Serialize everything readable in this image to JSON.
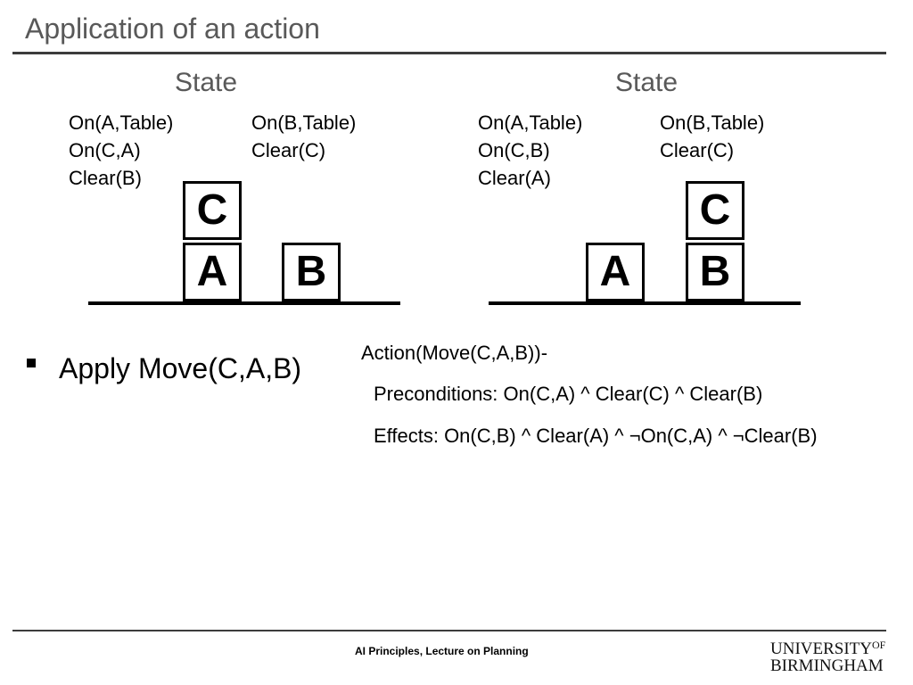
{
  "slide": {
    "title": "Application of an action"
  },
  "left_state": {
    "heading": "State",
    "predicates_col1": [
      "On(A,Table)",
      "On(C,A)",
      "Clear(B)"
    ],
    "predicates_col2": [
      "On(B,Table)",
      "Clear(C)"
    ],
    "blocks": {
      "top": "C",
      "bottom_left": "A",
      "bottom_right": "B"
    }
  },
  "right_state": {
    "heading": "State",
    "predicates_col1": [
      "On(A,Table)",
      "On(C,B)",
      "Clear(A)"
    ],
    "predicates_col2": [
      "On(B,Table)",
      "Clear(C)"
    ],
    "blocks": {
      "top": "C",
      "bottom_left": "A",
      "bottom_right": "B"
    }
  },
  "bullet": {
    "text": "Apply Move(C,A,B)"
  },
  "action": {
    "header": "Action(Move(C,A,B))-",
    "preconditions": "Preconditions: On(C,A) ^ Clear(C) ^ Clear(B)",
    "effects": "Effects: On(C,B) ^ Clear(A) ^ ¬On(C,A) ^ ¬Clear(B)"
  },
  "footer": {
    "text": "AI Principles, Lecture on Planning",
    "logo_line1": "UNIVERSITY",
    "logo_of": "OF",
    "logo_line2": "BIRMINGHAM"
  }
}
